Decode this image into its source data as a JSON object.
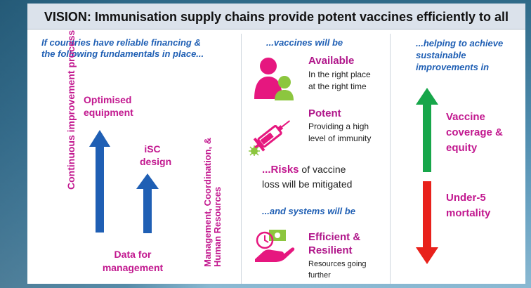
{
  "header": {
    "title": "VISION: Immunisation supply chains provide potent vaccines efficiently to all"
  },
  "left_column": {
    "heading_line1": "If countries have reliable financing &",
    "heading_line2": "the following fundamentals in place...",
    "vertical_left": "Continuous improvement process",
    "vertical_right_line1": "Management, Coordination, &",
    "vertical_right_line2": "Human Resources",
    "item_top_line1": "Optimised",
    "item_top_line2": "equipment",
    "item_mid_line1": "iSC",
    "item_mid_line2": "design",
    "item_bottom_line1": "Data for",
    "item_bottom_line2": "management"
  },
  "middle_column": {
    "heading": "...vaccines will be",
    "available_title": "Available",
    "available_line1": "In the right place",
    "available_line2": "at the right time",
    "potent_title": "Potent",
    "potent_line1": "Providing a high",
    "potent_line2": "level of immunity",
    "risks_bold": "...Risks",
    "risks_rest": " of vaccine",
    "risks_line2": "loss will be mitigated",
    "systems_heading": "...and systems will be",
    "efficient_line1": "Efficient &",
    "efficient_line2": "Resilient",
    "efficient_desc1": "Resources going",
    "efficient_desc2": "further"
  },
  "right_column": {
    "heading_line1": "...helping to achieve",
    "heading_line2": "sustainable",
    "heading_line3": "improvements in",
    "coverage_line1": "Vaccine",
    "coverage_line2": "coverage &",
    "coverage_line3": "equity",
    "mortality_line1": "Under-5",
    "mortality_line2": "mortality"
  },
  "colors": {
    "blue_arrow": "#1f5fb4",
    "green_arrow": "#17a64a",
    "red_arrow": "#e8211b",
    "magenta": "#c2188f",
    "people_pink": "#e6177f",
    "people_green": "#8cc63f"
  },
  "icons": [
    "people-icon",
    "syringe-icon",
    "hand-money-icon"
  ]
}
